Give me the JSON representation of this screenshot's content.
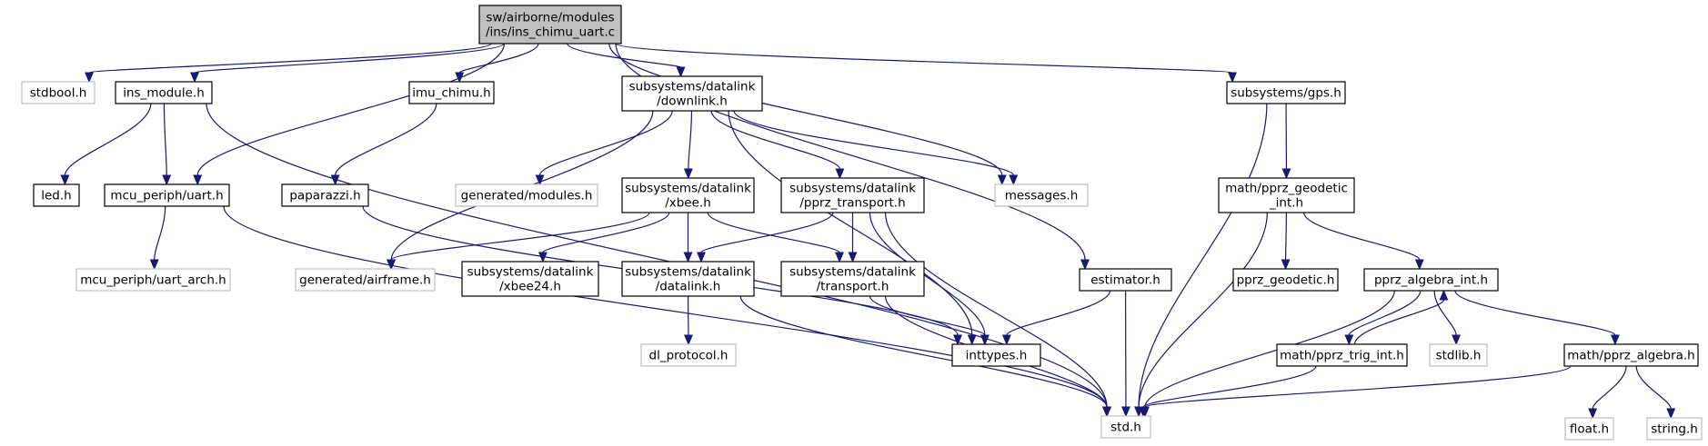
{
  "diagram": {
    "nodes": [
      {
        "id": "root",
        "lines": [
          "sw/airborne/modules",
          "/ins/ins_chimu_uart.c"
        ],
        "style": "root"
      },
      {
        "id": "stdbool",
        "lines": [
          "stdbool.h"
        ],
        "style": "external"
      },
      {
        "id": "ins_module",
        "lines": [
          "ins_module.h"
        ],
        "style": "normal"
      },
      {
        "id": "imu_chimu",
        "lines": [
          "imu_chimu.h"
        ],
        "style": "normal"
      },
      {
        "id": "downlink",
        "lines": [
          "subsystems/datalink",
          "/downlink.h"
        ],
        "style": "normal"
      },
      {
        "id": "gps",
        "lines": [
          "subsystems/gps.h"
        ],
        "style": "normal"
      },
      {
        "id": "led",
        "lines": [
          "led.h"
        ],
        "style": "normal"
      },
      {
        "id": "uart",
        "lines": [
          "mcu_periph/uart.h"
        ],
        "style": "normal"
      },
      {
        "id": "paparazzi",
        "lines": [
          "paparazzi.h"
        ],
        "style": "normal"
      },
      {
        "id": "gen_modules",
        "lines": [
          "generated/modules.h"
        ],
        "style": "external"
      },
      {
        "id": "xbee",
        "lines": [
          "subsystems/datalink",
          "/xbee.h"
        ],
        "style": "normal"
      },
      {
        "id": "pprz_transport",
        "lines": [
          "subsystems/datalink",
          "/pprz_transport.h"
        ],
        "style": "normal"
      },
      {
        "id": "messages",
        "lines": [
          "messages.h"
        ],
        "style": "external"
      },
      {
        "id": "geodetic_int",
        "lines": [
          "math/pprz_geodetic",
          "_int.h"
        ],
        "style": "normal"
      },
      {
        "id": "uart_arch",
        "lines": [
          "mcu_periph/uart_arch.h"
        ],
        "style": "external"
      },
      {
        "id": "airframe",
        "lines": [
          "generated/airframe.h"
        ],
        "style": "external"
      },
      {
        "id": "xbee24",
        "lines": [
          "subsystems/datalink",
          "/xbee24.h"
        ],
        "style": "normal"
      },
      {
        "id": "datalink",
        "lines": [
          "subsystems/datalink",
          "/datalink.h"
        ],
        "style": "normal"
      },
      {
        "id": "transport",
        "lines": [
          "subsystems/datalink",
          "/transport.h"
        ],
        "style": "normal"
      },
      {
        "id": "estimator",
        "lines": [
          "estimator.h"
        ],
        "style": "normal"
      },
      {
        "id": "pprz_geodetic",
        "lines": [
          "pprz_geodetic.h"
        ],
        "style": "normal"
      },
      {
        "id": "algebra_int",
        "lines": [
          "pprz_algebra_int.h"
        ],
        "style": "normal"
      },
      {
        "id": "dl_protocol",
        "lines": [
          "dl_protocol.h"
        ],
        "style": "external"
      },
      {
        "id": "inttypes",
        "lines": [
          "inttypes.h"
        ],
        "style": "normal"
      },
      {
        "id": "trig_int",
        "lines": [
          "math/pprz_trig_int.h"
        ],
        "style": "normal"
      },
      {
        "id": "stdlib",
        "lines": [
          "stdlib.h"
        ],
        "style": "external"
      },
      {
        "id": "algebra",
        "lines": [
          "math/pprz_algebra.h"
        ],
        "style": "normal"
      },
      {
        "id": "std",
        "lines": [
          "std.h"
        ],
        "style": "external"
      },
      {
        "id": "float",
        "lines": [
          "float.h"
        ],
        "style": "external"
      },
      {
        "id": "string",
        "lines": [
          "string.h"
        ],
        "style": "external"
      }
    ],
    "edges": [
      [
        "root",
        "stdbool"
      ],
      [
        "root",
        "ins_module"
      ],
      [
        "root",
        "uart"
      ],
      [
        "root",
        "imu_chimu"
      ],
      [
        "root",
        "downlink"
      ],
      [
        "root",
        "messages"
      ],
      [
        "root",
        "estimator"
      ],
      [
        "root",
        "gps"
      ],
      [
        "ins_module",
        "led"
      ],
      [
        "ins_module",
        "uart"
      ],
      [
        "ins_module",
        "std"
      ],
      [
        "uart",
        "uart_arch"
      ],
      [
        "uart",
        "std"
      ],
      [
        "imu_chimu",
        "paparazzi"
      ],
      [
        "paparazzi",
        "inttypes"
      ],
      [
        "downlink",
        "airframe"
      ],
      [
        "downlink",
        "gen_modules"
      ],
      [
        "downlink",
        "xbee"
      ],
      [
        "downlink",
        "pprz_transport"
      ],
      [
        "downlink",
        "messages"
      ],
      [
        "downlink",
        "inttypes"
      ],
      [
        "xbee",
        "airframe"
      ],
      [
        "xbee",
        "xbee24"
      ],
      [
        "xbee",
        "datalink"
      ],
      [
        "xbee",
        "transport"
      ],
      [
        "pprz_transport",
        "datalink"
      ],
      [
        "pprz_transport",
        "transport"
      ],
      [
        "pprz_transport",
        "inttypes"
      ],
      [
        "pprz_transport",
        "std"
      ],
      [
        "datalink",
        "dl_protocol"
      ],
      [
        "datalink",
        "std"
      ],
      [
        "transport",
        "inttypes"
      ],
      [
        "transport",
        "std"
      ],
      [
        "estimator",
        "inttypes"
      ],
      [
        "estimator",
        "std"
      ],
      [
        "gps",
        "geodetic_int"
      ],
      [
        "gps",
        "std"
      ],
      [
        "geodetic_int",
        "pprz_geodetic"
      ],
      [
        "geodetic_int",
        "algebra_int"
      ],
      [
        "geodetic_int",
        "std"
      ],
      [
        "algebra_int",
        "trig_int"
      ],
      [
        "algebra_int",
        "stdlib"
      ],
      [
        "algebra_int",
        "algebra"
      ],
      [
        "algebra_int",
        "std"
      ],
      [
        "trig_int",
        "algebra_int"
      ],
      [
        "trig_int",
        "std"
      ],
      [
        "algebra",
        "float"
      ],
      [
        "algebra",
        "string"
      ],
      [
        "algebra",
        "std"
      ]
    ]
  },
  "colors": {
    "edge": "#191970",
    "root_fill": "#bfbfbf",
    "normal_stroke": "#000000",
    "external_stroke": "#bfbfbf",
    "background": "#ffffff"
  }
}
